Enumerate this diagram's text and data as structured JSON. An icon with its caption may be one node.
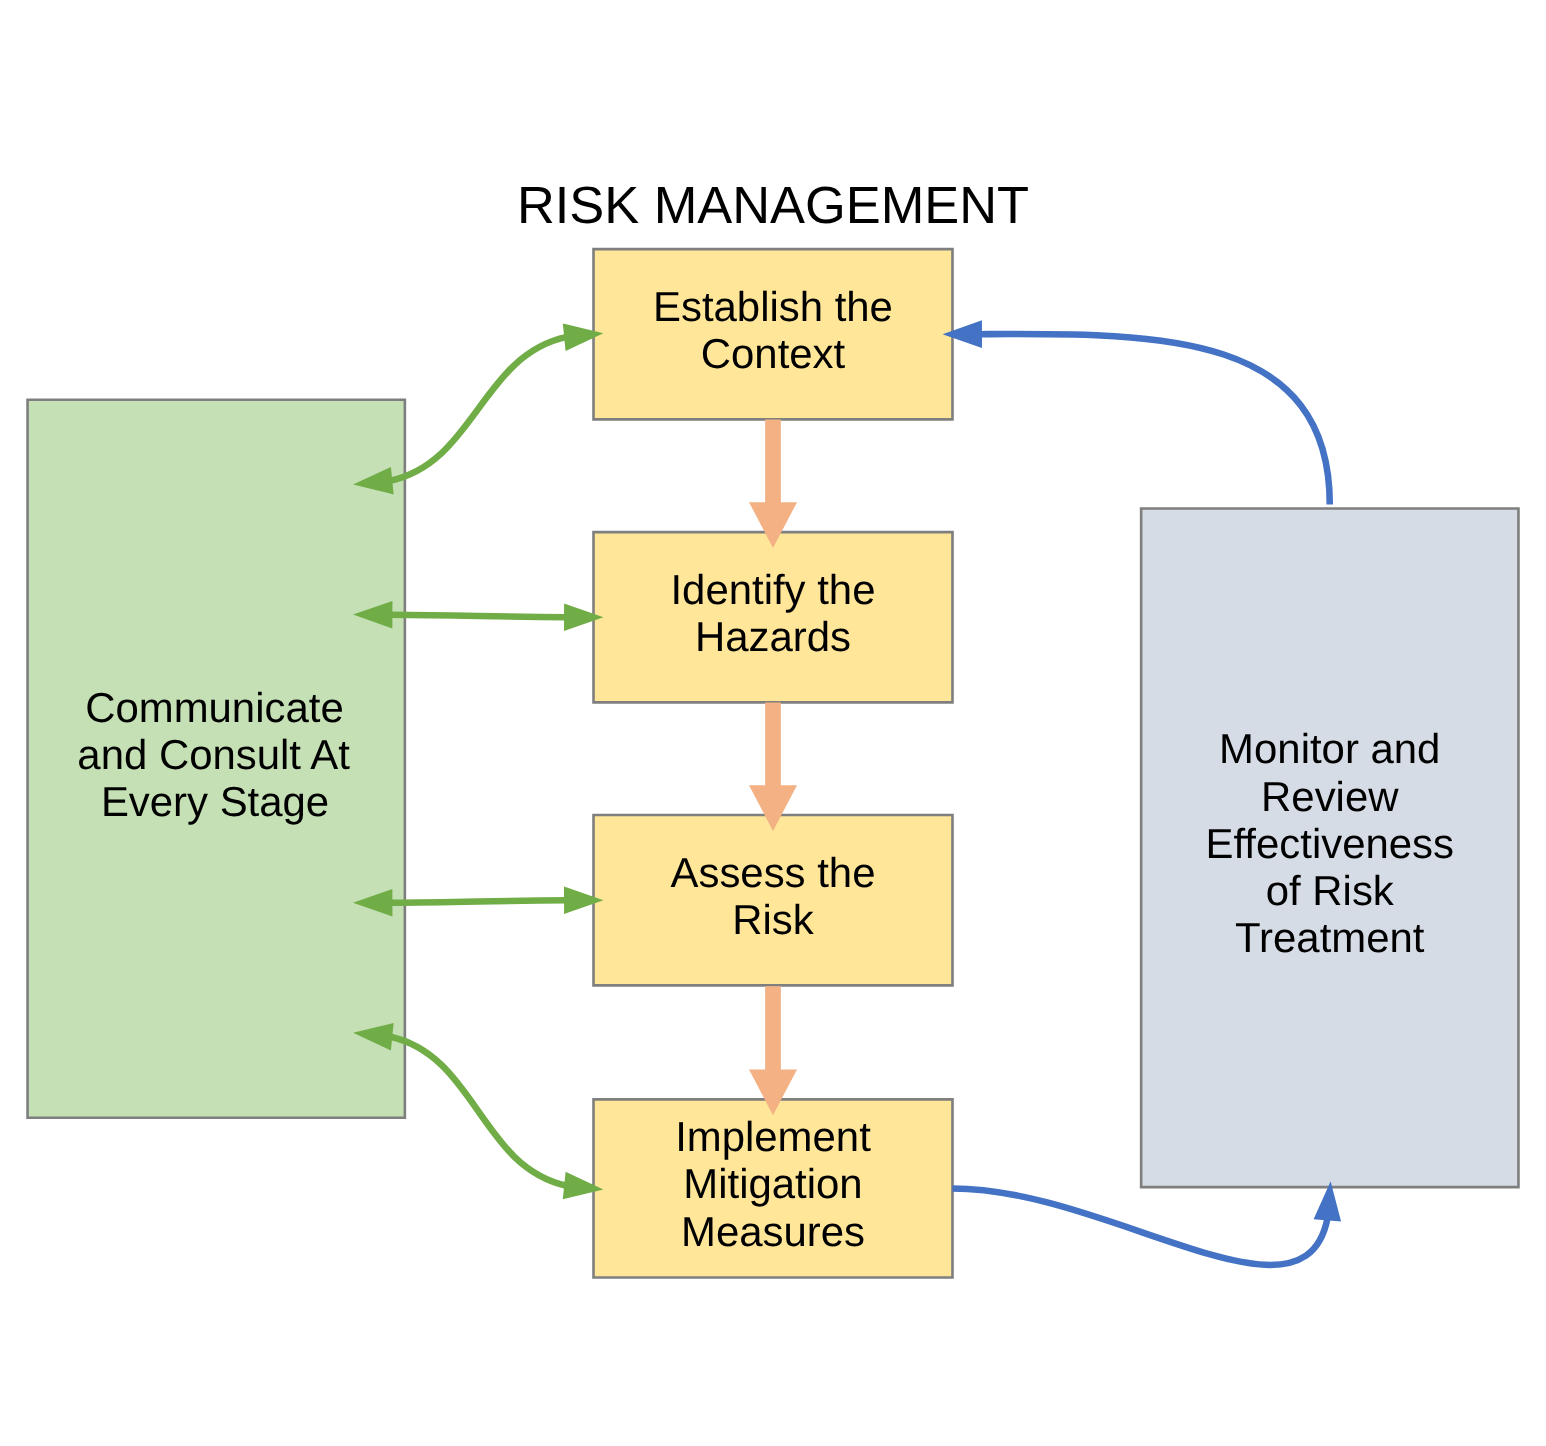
{
  "diagram": {
    "title": "RISK MANAGEMENT",
    "nodes": [
      {
        "text": [
          "Establish the Context"
        ]
      },
      {
        "text": [
          "Identify the Hazards"
        ]
      },
      {
        "text": [
          "Assess the Risk"
        ]
      },
      {
        "text": [
          "Implement Mitigation Measures"
        ]
      },
      {
        "text": [
          "Communicate and Consult At Every Stage"
        ]
      },
      {
        "text": [
          "Monitor and Review Effectiveness of Risk Treatment"
        ]
      }
    ],
    "edges": [
      {
        "from": 0,
        "to": 1,
        "arrow": "to",
        "style": "thick",
        "color": "#f4b183"
      },
      {
        "from": 1,
        "to": 2,
        "arrow": "to",
        "style": "thick",
        "color": "#f4b183"
      },
      {
        "from": 2,
        "to": 3,
        "arrow": "to",
        "style": "thick",
        "color": "#f4b183"
      },
      {
        "from": 4,
        "to": 0,
        "arrow": "both"
      },
      {
        "from": 4,
        "to": 1,
        "arrow": "both"
      },
      {
        "from": 4,
        "to": 2,
        "arrow": "both"
      },
      {
        "from": 4,
        "to": 3,
        "arrow": "both"
      },
      {
        "from": 3,
        "to": 5,
        "arrow": "to",
        "color": "#4472c4"
      },
      {
        "from": 5,
        "to": 0,
        "arrow": "to",
        "color": "#4472c4"
      }
    ]
  }
}
